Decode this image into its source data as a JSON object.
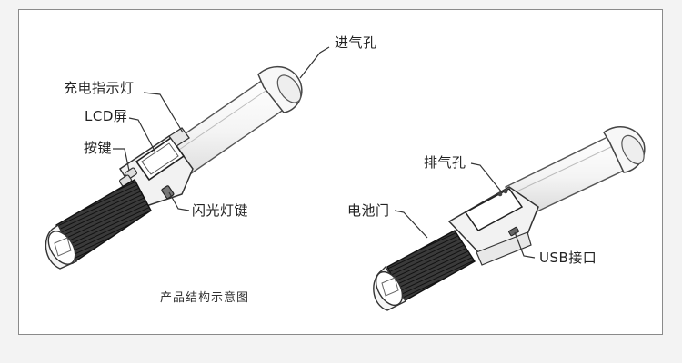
{
  "diagram": {
    "caption": "产品结构示意图",
    "labels": {
      "air_inlet": "进气孔",
      "charge_indicator": "充电指示灯",
      "lcd_screen": "LCD屏",
      "button": "按键",
      "flashlight_button": "闪光灯键",
      "air_outlet": "排气孔",
      "battery_door": "电池门",
      "usb_port": "USB接口"
    }
  }
}
